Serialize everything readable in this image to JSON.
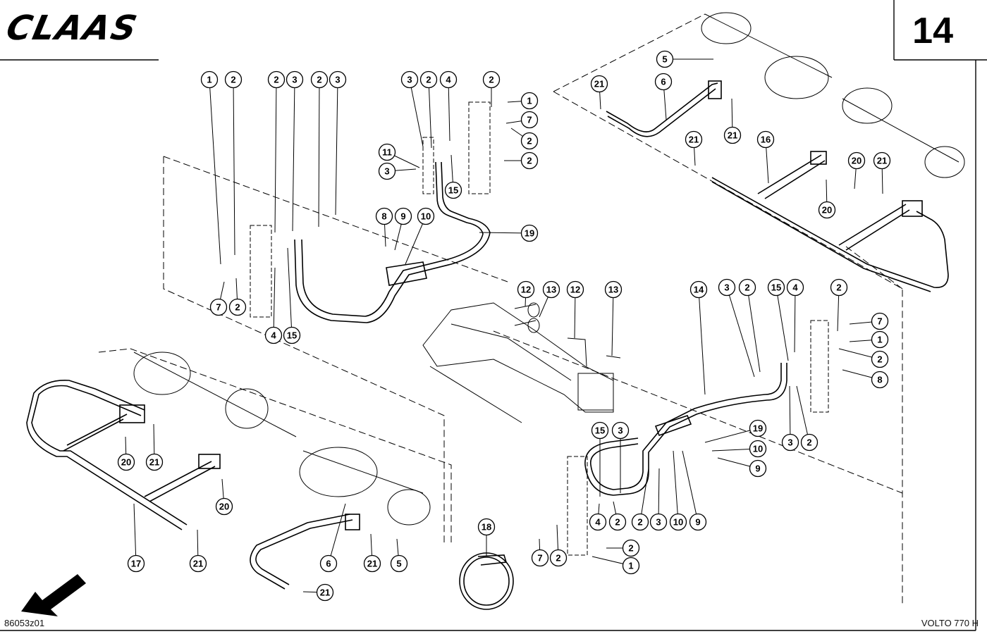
{
  "header": {
    "logo": "CLAAS",
    "page_number": "14"
  },
  "footer": {
    "drawing_code": "86053z01",
    "model": "VOLTO 770 H"
  },
  "icons": {
    "orientation_arrow": "arrow-down-left-icon"
  },
  "callouts": {
    "top_left_group": [
      "1",
      "2",
      "2",
      "3",
      "2",
      "3",
      "7",
      "2",
      "4",
      "15"
    ],
    "top_center_group": [
      "3",
      "2",
      "4",
      "2",
      "3",
      "15",
      "2",
      "1",
      "7",
      "2",
      "8",
      "9",
      "10",
      "19",
      "11"
    ],
    "top_right_group": [
      "5",
      "6",
      "21",
      "21",
      "21",
      "16",
      "20",
      "21",
      "20"
    ],
    "center_group": [
      "12",
      "13",
      "12",
      "13"
    ],
    "right_group": [
      "14",
      "3",
      "2",
      "15",
      "4",
      "2",
      "7",
      "1",
      "2",
      "8",
      "3",
      "2",
      "19",
      "10",
      "9",
      "15",
      "3",
      "4",
      "2",
      "2",
      "3",
      "10",
      "9",
      "7",
      "2",
      "2",
      "1"
    ],
    "bottom_left_group": [
      "20",
      "21",
      "20",
      "17",
      "21",
      "6",
      "21",
      "5",
      "21",
      "18"
    ]
  }
}
